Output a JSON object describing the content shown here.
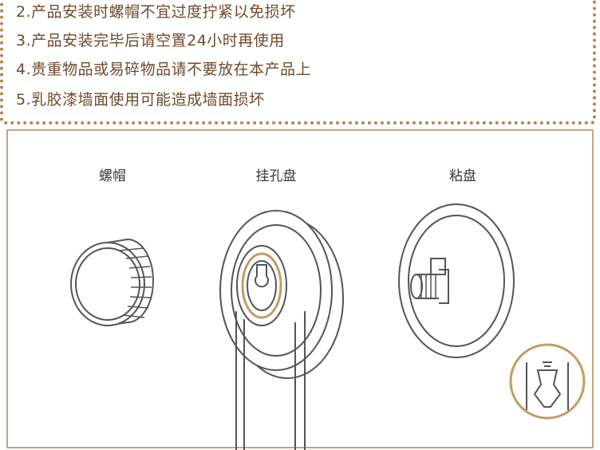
{
  "notes": [
    "2.产品安装时螺帽不宜过度拧紧以免损坏",
    "3.产品安装完毕后请空置24小时再使用",
    "4.贵重物品或易碎物品请不要放在本产品上",
    "5.乳胶漆墙面使用可能造成墙面损坏"
  ],
  "parts": {
    "nut": "螺帽",
    "hanger_disc": "挂孔盘",
    "suction_disc": "粘盘"
  },
  "colors": {
    "dotted_border": "#b9834f",
    "note_text": "#6f4a2d",
    "panel_border": "#c4a37f",
    "line_art": "#555555",
    "accent_ring": "#c79a62"
  }
}
